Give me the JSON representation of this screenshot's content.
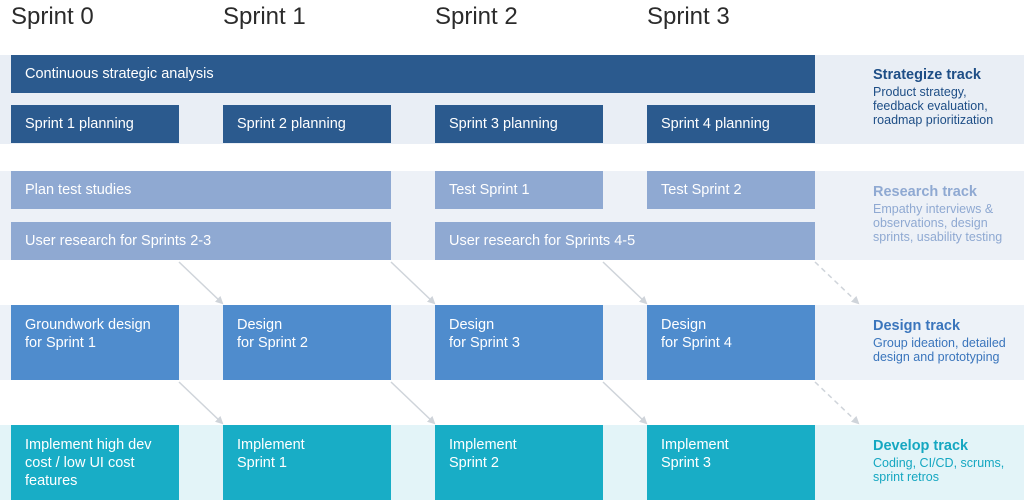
{
  "sprints": [
    "Sprint 0",
    "Sprint 1",
    "Sprint 2",
    "Sprint 3"
  ],
  "colors": {
    "strategize_band": "#e9eef5",
    "strategize_box": "#2b5a8e",
    "strategize_title": "#1e4e86",
    "research_band": "#edf1f7",
    "research_box": "#8fa9d2",
    "research_title": "#8fa9d2",
    "design_band": "#edf2f8",
    "design_box": "#4f8ccd",
    "design_title": "#3a75bc",
    "develop_band": "#e3f4f8",
    "develop_box": "#18adc6",
    "develop_title": "#15a7c1",
    "arrow": "#cfd4da"
  },
  "tracks": {
    "strategize": {
      "title": "Strategize track",
      "desc": "Product strategy,\nfeedback evaluation,\nroadmap prioritization",
      "analysis": "Continuous strategic analysis",
      "planning": [
        "Sprint 1 planning",
        "Sprint 2 planning",
        "Sprint 3 planning",
        "Sprint 4 planning"
      ]
    },
    "research": {
      "title": "Research track",
      "desc": "Empathy interviews &\nobservations, design\nsprints, usability testing",
      "row1": [
        "Plan test studies",
        "Test Sprint 1",
        "Test Sprint 2"
      ],
      "row2": [
        "User research for Sprints 2-3",
        "User research for Sprints 4-5"
      ]
    },
    "design": {
      "title": "Design track",
      "desc": "Group ideation, detailed\ndesign and prototyping",
      "boxes": [
        "Groundwork design\nfor Sprint 1",
        "Design\nfor Sprint 2",
        "Design\nfor Sprint 3",
        "Design\nfor Sprint 4"
      ]
    },
    "develop": {
      "title": "Develop track",
      "desc": "Coding, CI/CD, scrums,\nsprint retros",
      "boxes": [
        "Implement high dev\ncost / low UI cost\nfeatures",
        "Implement\nSprint 1",
        "Implement\nSprint 2",
        "Implement\nSprint 3"
      ]
    }
  }
}
